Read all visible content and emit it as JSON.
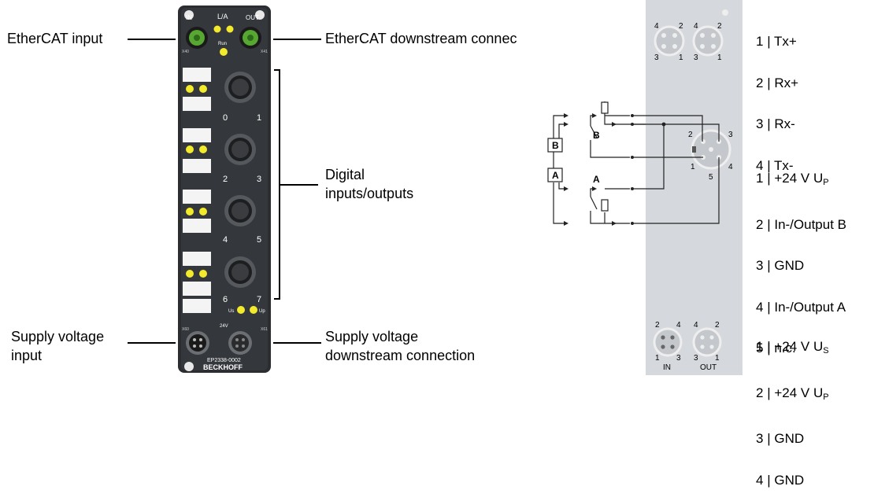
{
  "left_labels": {
    "ethercat_input": "EtherCAT input",
    "ethercat_downstream": "EtherCAT downstream connec",
    "digital_io_line1": "Digital",
    "digital_io_line2": "inputs/outputs",
    "supply_input_line1": "Supply voltage",
    "supply_input_line2": "input",
    "supply_downstream_line1": "Supply voltage",
    "supply_downstream_line2": "downstream connection"
  },
  "device": {
    "top_left_label": "IN",
    "top_mid_label": "L/A",
    "top_right_label": "OUT",
    "run_label": "Run",
    "x40": "X40",
    "x41": "X41",
    "x60": "X60",
    "x61": "X61",
    "channel_numbers": [
      "0",
      "1",
      "2",
      "3",
      "4",
      "5",
      "6",
      "7"
    ],
    "us_label": "Us",
    "up_label": "Up",
    "voltage_label": "24V",
    "model": "EP2338-0002",
    "brand": "BECKHOFF"
  },
  "ethercat_pins": [
    {
      "num": "1",
      "sig": "Tx+"
    },
    {
      "num": "2",
      "sig": "Rx+"
    },
    {
      "num": "3",
      "sig": "Rx-"
    },
    {
      "num": "4",
      "sig": "Tx-"
    }
  ],
  "io_pins": [
    {
      "num": "1",
      "sig": "+24 V U",
      "sub": "P"
    },
    {
      "num": "2",
      "sig": "In-/Output B",
      "sub": ""
    },
    {
      "num": "3",
      "sig": "GND",
      "sub": ""
    },
    {
      "num": "4",
      "sig": "In-/Output A",
      "sub": ""
    },
    {
      "num": "5",
      "sig": "n.c.",
      "sub": ""
    }
  ],
  "supply_pins": [
    {
      "num": "1",
      "sig": "+24 V U",
      "sub": "S"
    },
    {
      "num": "2",
      "sig": "+24 V U",
      "sub": "P"
    },
    {
      "num": "3",
      "sig": "GND",
      "sub": ""
    },
    {
      "num": "4",
      "sig": "GND",
      "sub": ""
    }
  ],
  "schematic": {
    "block_b": "B",
    "block_a": "A",
    "switch_b": "B",
    "switch_a": "A",
    "connector_pin_labels": [
      "2",
      "3",
      "1",
      "4",
      "5"
    ],
    "m12_top_left": [
      "4",
      "2",
      "3",
      "1"
    ],
    "m12_top_right": [
      "4",
      "2",
      "3",
      "1"
    ],
    "m8_bottom_left": [
      "2",
      "4",
      "1",
      "3"
    ],
    "m8_bottom_right": [
      "4",
      "2",
      "3",
      "1"
    ],
    "in_label": "IN",
    "out_label": "OUT"
  }
}
